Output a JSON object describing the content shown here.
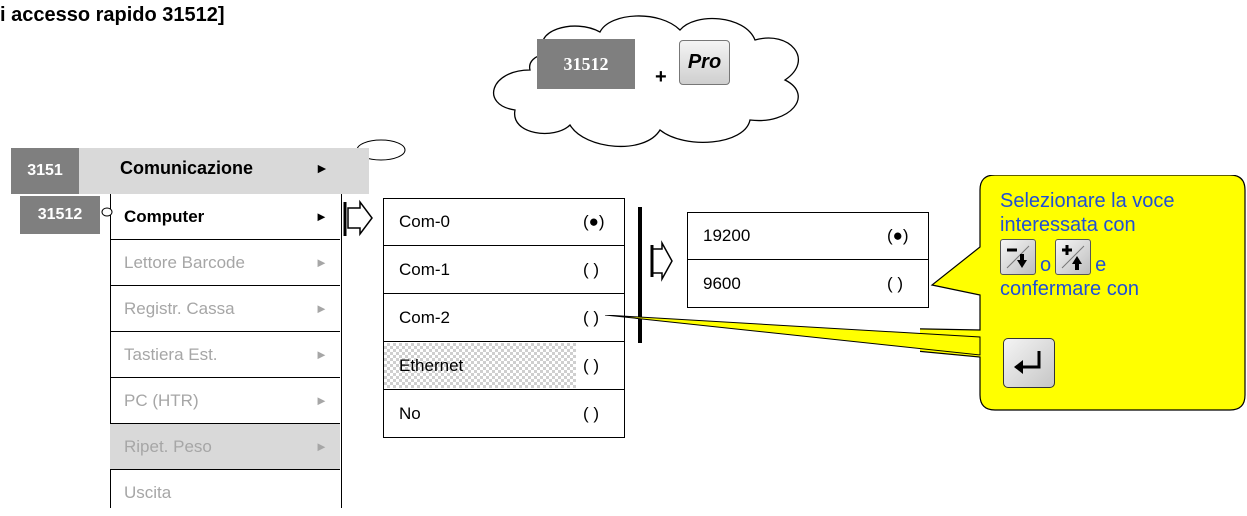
{
  "title": "i accesso rapido 31512]",
  "cloud": {
    "code": "31512",
    "plus": "+",
    "pro_key": "Pro"
  },
  "menu": {
    "parent_code": "3151",
    "parent_label": "Comunicazione",
    "selected_code": "31512",
    "arrow": "►",
    "items": [
      {
        "label": "Computer"
      },
      {
        "label": "Lettore Barcode"
      },
      {
        "label": "Registr. Cassa"
      },
      {
        "label": "Tastiera Est."
      },
      {
        "label": "PC (HTR)"
      },
      {
        "label": "Ripet. Peso"
      },
      {
        "label": "Uscita"
      }
    ]
  },
  "ports": [
    {
      "label": "Com-0",
      "mark": "(●)"
    },
    {
      "label": "Com-1",
      "mark": "( )"
    },
    {
      "label": "Com-2",
      "mark": "( )"
    },
    {
      "label": "Ethernet",
      "mark": "( )"
    },
    {
      "label": "No",
      "mark": "( )"
    }
  ],
  "baud": [
    {
      "label": "19200",
      "mark": "(●)"
    },
    {
      "label": "9600",
      "mark": "( )"
    }
  ],
  "callout": {
    "line1": "Selezionare la voce",
    "line2": "interessata con",
    "or_word": "o",
    "and_word": "e",
    "line4": "confermare con"
  },
  "colors": {
    "code_bg": "#7f7f7f",
    "row_highlight": "#d9d9d9",
    "callout_fill": "#ffff00",
    "callout_text": "#1f4fd6",
    "dim_text": "#a6a6a6"
  }
}
